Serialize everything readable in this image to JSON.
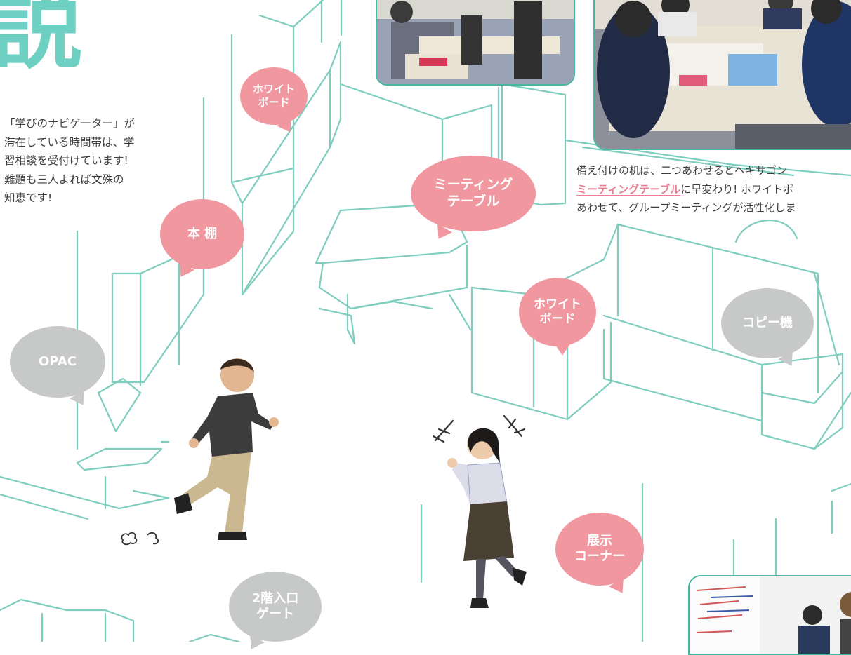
{
  "heading": {
    "glyph": "説",
    "color": "#6ed0c2"
  },
  "intro_text": "「学びのナビゲーター」が\n滞在している時間帯は、学\n習相談を受付けています!\n難題も三人よれば文殊の\n知恵です!",
  "caption": {
    "line1": "備え付けの机は、二つあわせるとヘキサゴン",
    "line2_highlight": "ミーティングテーブル",
    "line2_rest": "に早変わり! ホワイトボ",
    "line3": "あわせて、グループミーティングが活性化しま"
  },
  "labels": {
    "whiteboard_top": "ホワイト\nボード",
    "bookshelf": "本 棚",
    "meeting_table": "ミーティング\nテーブル",
    "whiteboard_mid": "ホワイト\nボード",
    "copier": "コピー機",
    "opac": "OPAC",
    "exhibit": "展示\nコーナー",
    "gate": "2階入口\nゲート"
  },
  "colors": {
    "accent_teal": "#6ed0c2",
    "line_teal": "#7ecdbf",
    "label_pink": "#f0979f",
    "label_gray": "#c7c8c8",
    "highlight_pink": "#e77f91"
  }
}
